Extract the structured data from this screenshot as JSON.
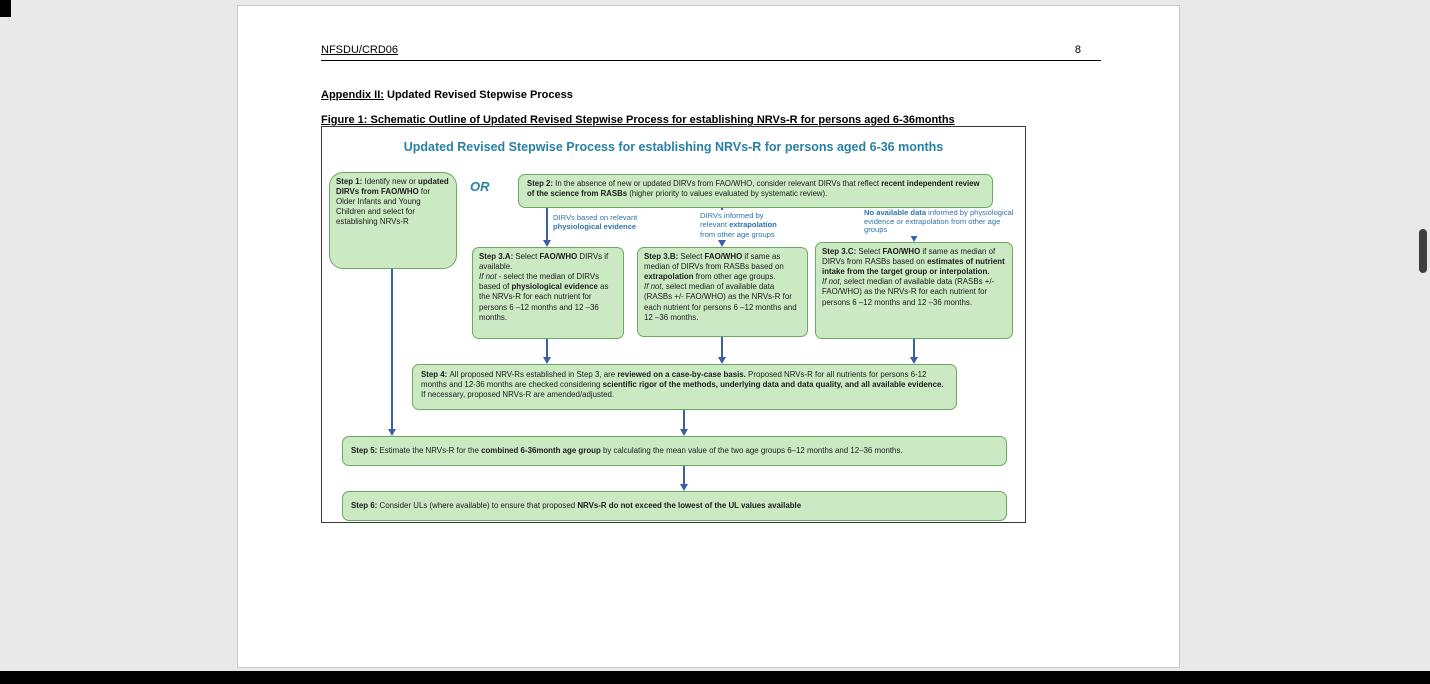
{
  "doc": {
    "header": {
      "id": "NFSDU/CRD06",
      "page_number": "8"
    },
    "appendix_heading": [
      {
        "t": "Appendix II:",
        "b": true,
        "u": true
      },
      {
        "t": " Updated Revised Stepwise Process",
        "b": true
      }
    ],
    "figure_caption": [
      {
        "t": "Figure 1: Schematic Outline of Updated Revised Stepwise Process for establishing NRVs-R for persons aged 6-36months",
        "b": true,
        "u": true
      }
    ],
    "flowchart": {
      "title": "Updated Revised Stepwise Process for establishing NRVs-R for persons aged 6-36 months",
      "or_label": "OR",
      "colors": {
        "title": "#2780a5",
        "accent": "#2e74a8",
        "arrow": "#3b5fa5",
        "box_fill": "#cbe9c3",
        "box_border": "#6aaa5e"
      },
      "step1": [
        {
          "t": "Step 1: ",
          "b": true
        },
        {
          "t": "Identify new or "
        },
        {
          "t": "updated DIRVs from FAO/WHO",
          "b": true
        },
        {
          "t": " for Older Infants and Young Children and select for establishing NRVs-R"
        }
      ],
      "step2": [
        {
          "t": "Step 2: ",
          "b": true
        },
        {
          "t": "In the absence of new or updated DIRVs from FAO/WHO, consider relevant DIRVs that reflect "
        },
        {
          "t": "recent independent review of the science from RASBs",
          "b": true
        },
        {
          "t": " (higher priority to values evaluated by systematic review)."
        }
      ],
      "branch_a": [
        {
          "t": "DIRVs based on relevant "
        },
        {
          "t": "physiological evidence",
          "b": true
        }
      ],
      "branch_b": [
        {
          "t": "DIRVs informed by relevant "
        },
        {
          "t": "extrapolation",
          "b": true
        },
        {
          "t": " from other age groups"
        }
      ],
      "branch_c": [
        {
          "t": "No available data",
          "b": true
        },
        {
          "t": " informed by physiological evidence or extrapolation from other age groups"
        }
      ],
      "step3a": [
        {
          "t": "Step 3.A: ",
          "b": true
        },
        {
          "t": "Select "
        },
        {
          "t": "FAO/WHO",
          "b": true
        },
        {
          "t": " DIRVs if available.\n"
        },
        {
          "t": "If not",
          "i": true
        },
        {
          "t": " - select the median of DIRVs based of "
        },
        {
          "t": "physiological evidence",
          "b": true
        },
        {
          "t": " as the NRVs-R for each nutrient for persons 6 –12 months and 12 –36 months."
        }
      ],
      "step3b": [
        {
          "t": "Step 3.B: ",
          "b": true
        },
        {
          "t": "Select "
        },
        {
          "t": "FAO/WHO",
          "b": true
        },
        {
          "t": " if same as median of DIRVs from RASBs based on "
        },
        {
          "t": "extrapolation",
          "b": true
        },
        {
          "t": " from other age groups.\n"
        },
        {
          "t": "If not",
          "i": true
        },
        {
          "t": ", select median of available data (RASBs +/- FAO/WHO) as the NRVs-R for each nutrient for persons 6 –12 months and 12 –36 months."
        }
      ],
      "step3c": [
        {
          "t": "Step 3.C: ",
          "b": true
        },
        {
          "t": "Select "
        },
        {
          "t": "FAO/WHO",
          "b": true
        },
        {
          "t": " if same as median of DIRVs from RASBs based on "
        },
        {
          "t": "estimates of nutrient intake from the target group or interpolation.",
          "b": true
        },
        {
          "t": "\n"
        },
        {
          "t": "If not",
          "i": true
        },
        {
          "t": ", select median of available data (RASBs +/- FAO/WHO) as the NRVs-R for each nutrient for persons 6 –12 months and 12 –36 months."
        }
      ],
      "step4": [
        {
          "t": "Step 4: ",
          "b": true
        },
        {
          "t": "All proposed NRV-Rs established in Step 3, are "
        },
        {
          "t": "reviewed on a case-by-case basis.",
          "b": true
        },
        {
          "t": "  Proposed NRVs-R for all nutrients for persons 6-12 months and 12-36 months are checked considering "
        },
        {
          "t": "scientific rigor of the methods, underlying data and data quality, and all available evidence.",
          "b": true
        },
        {
          "t": " If necessary, proposed NRVs-R are amended/adjusted."
        }
      ],
      "step5": [
        {
          "t": "Step 5: ",
          "b": true
        },
        {
          "t": "Estimate the NRVs-R for the "
        },
        {
          "t": "combined 6-36month age group",
          "b": true
        },
        {
          "t": " by calculating the mean value of the two age groups 6–12 months and 12–36 months."
        }
      ],
      "step6": [
        {
          "t": "Step 6: ",
          "b": true
        },
        {
          "t": "Consider ULs (where available) to ensure that proposed "
        },
        {
          "t": "NRVs-R do not exceed the lowest of the UL values available",
          "b": true
        }
      ]
    }
  }
}
